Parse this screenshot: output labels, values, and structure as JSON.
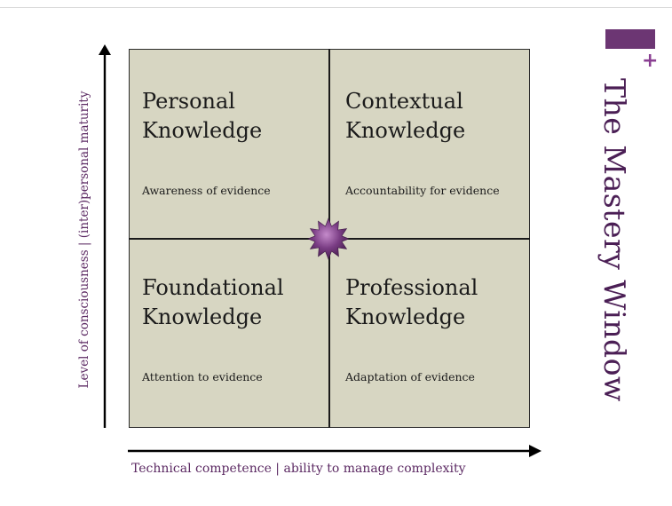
{
  "slide": {
    "side_title": "The Mastery Window",
    "brand_mark": "+"
  },
  "quadrants": {
    "top_left": {
      "title_line1": "Personal",
      "title_line2": "Knowledge",
      "subtitle": "Awareness of evidence"
    },
    "top_right": {
      "title_line1": "Contextual",
      "title_line2": "Knowledge",
      "subtitle": "Accountability for evidence"
    },
    "bottom_left": {
      "title_line1": "Foundational",
      "title_line2": "Knowledge",
      "subtitle": "Attention to evidence"
    },
    "bottom_right": {
      "title_line1": "Professional",
      "title_line2": "Knowledge",
      "subtitle": "Adaptation of evidence"
    }
  },
  "axes": {
    "y_label": "Level of consciousness  |  (inter)personal maturity",
    "x_label": "Technical competence  |  ability to manage complexity"
  },
  "colors": {
    "quadrant_fill": "#d7d6c2",
    "accent": "#6c3673",
    "label_text": "#5c2a63"
  }
}
